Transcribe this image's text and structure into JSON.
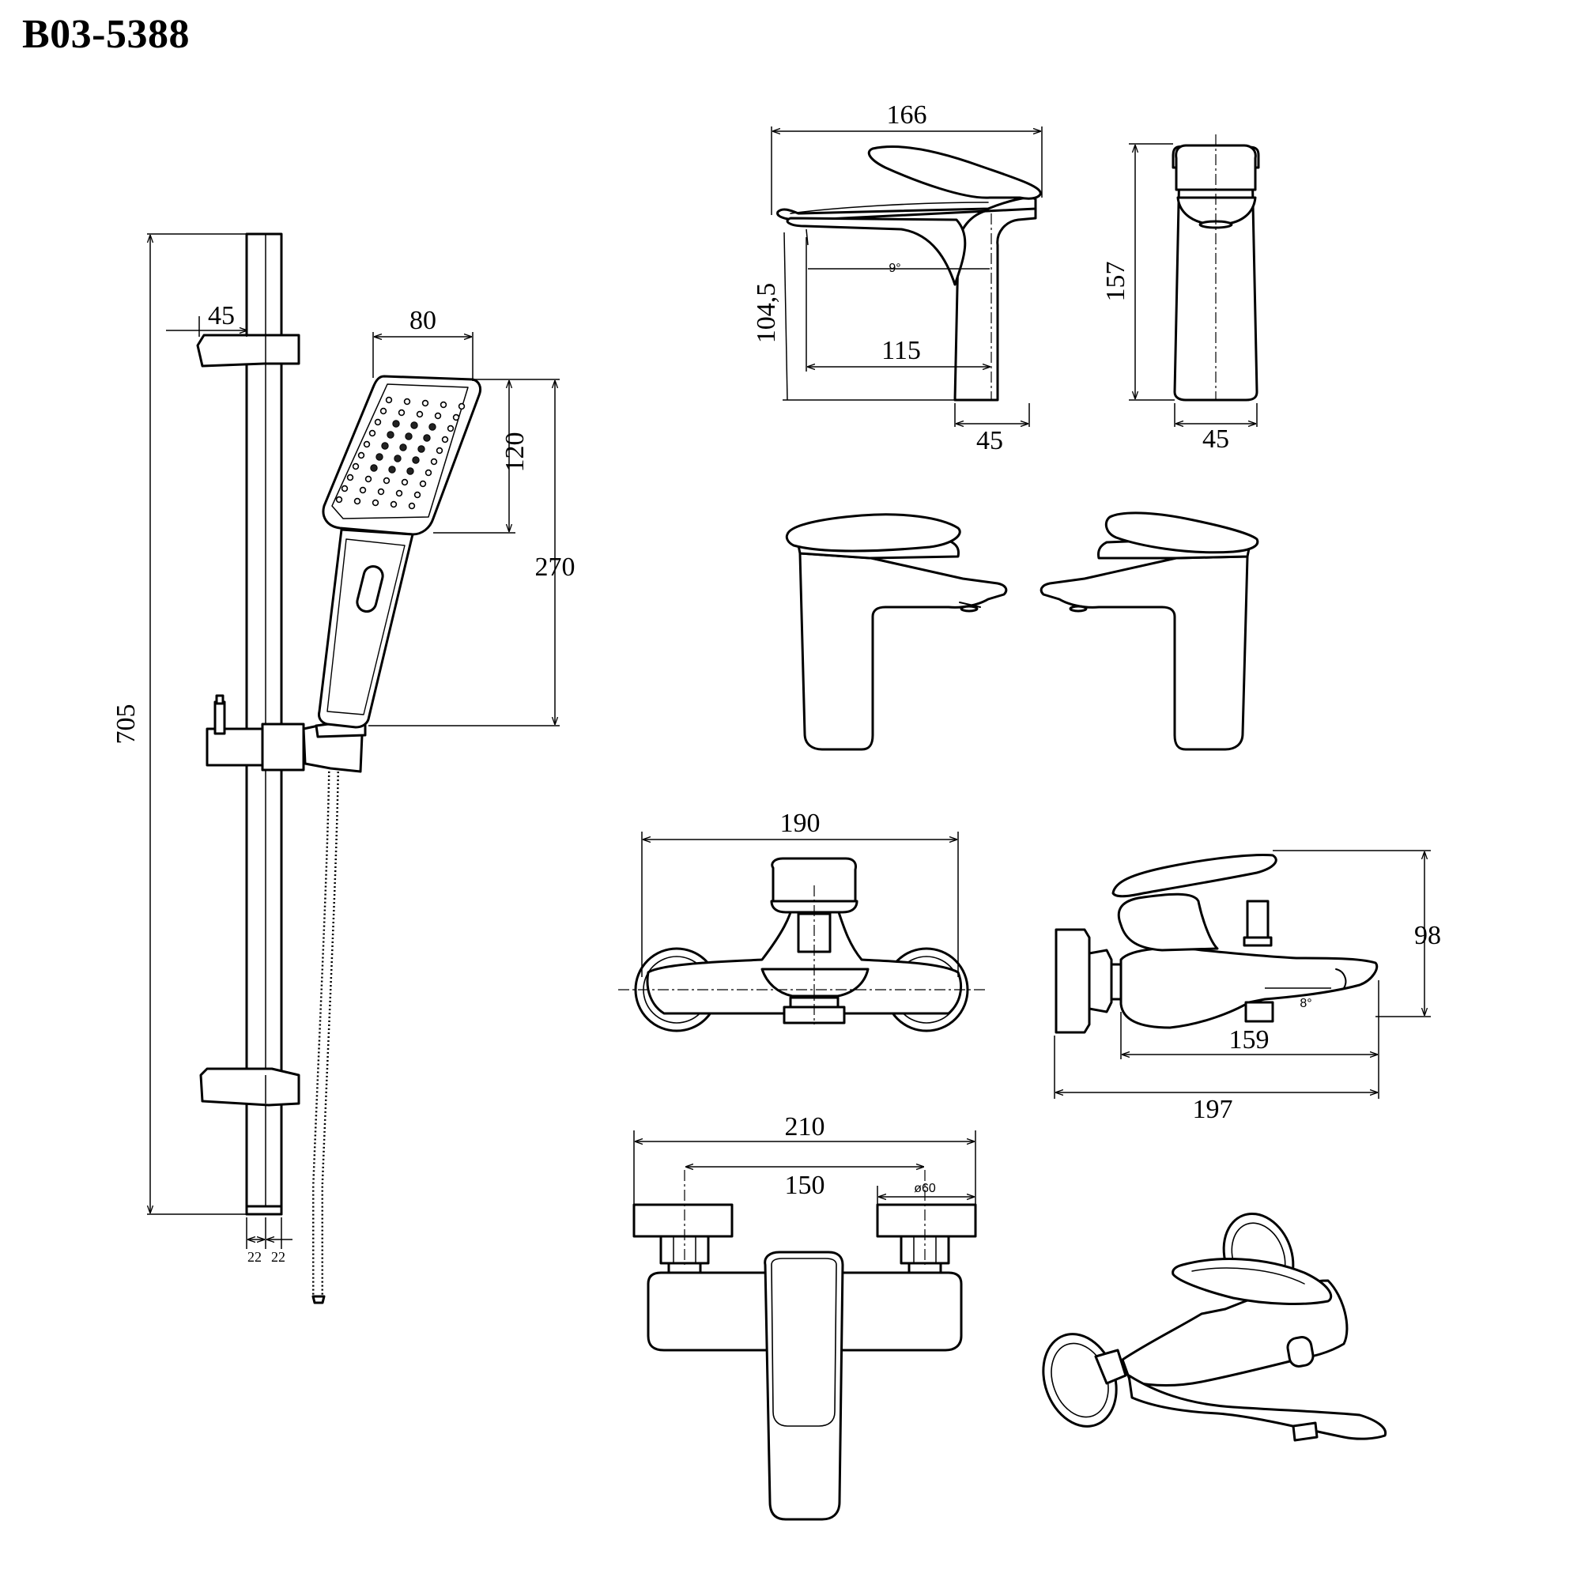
{
  "title": "B03-5388",
  "shower_set": {
    "dims": {
      "rail_height": "705",
      "bracket": "45",
      "head_width": "80",
      "head_length": "120",
      "handshower_length": "270",
      "rail_left": "22",
      "rail_right": "22"
    }
  },
  "basin_side": {
    "dims": {
      "length": "166",
      "height": "104,5",
      "reach": "115",
      "base": "45",
      "angle": "9°"
    }
  },
  "basin_front": {
    "dims": {
      "height": "157",
      "base": "45"
    }
  },
  "bath_front": {
    "dims": {
      "width": "190"
    }
  },
  "bath_side": {
    "dims": {
      "height": "98",
      "spout": "159",
      "depth": "197",
      "angle": "8°"
    }
  },
  "bath_top": {
    "dims": {
      "overall": "210",
      "centers": "150",
      "flange": "ø60"
    }
  },
  "colors": {
    "line": "#000000",
    "background": "#ffffff"
  }
}
